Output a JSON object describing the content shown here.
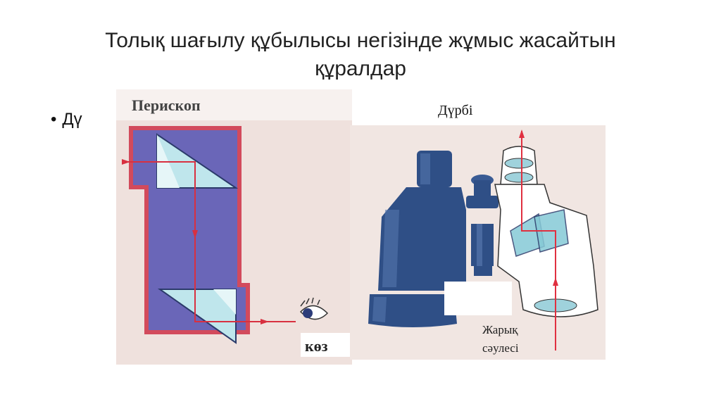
{
  "slide": {
    "title_line1": "Толық шағылу құбылысы негізінде жұмыс жасайтын",
    "title_line2": "құралдар",
    "bullet": "Дү"
  },
  "periscope": {
    "label": "Перископ",
    "eye_label": "көз",
    "colors": {
      "body": "#6a66b8",
      "frame": "#d24a5c",
      "background": "#efe1dd",
      "ray": "#d83040",
      "prism": "#bfe6ec"
    }
  },
  "binoculars": {
    "label": "Дүрбі",
    "ray_label_line1": "Жарық",
    "ray_label_line2": "сәулесі",
    "colors": {
      "body": "#2f4f86",
      "body_light": "#5576ad",
      "background": "#f1e6e2",
      "ray": "#e03040",
      "prism": "#86c9d6"
    }
  }
}
